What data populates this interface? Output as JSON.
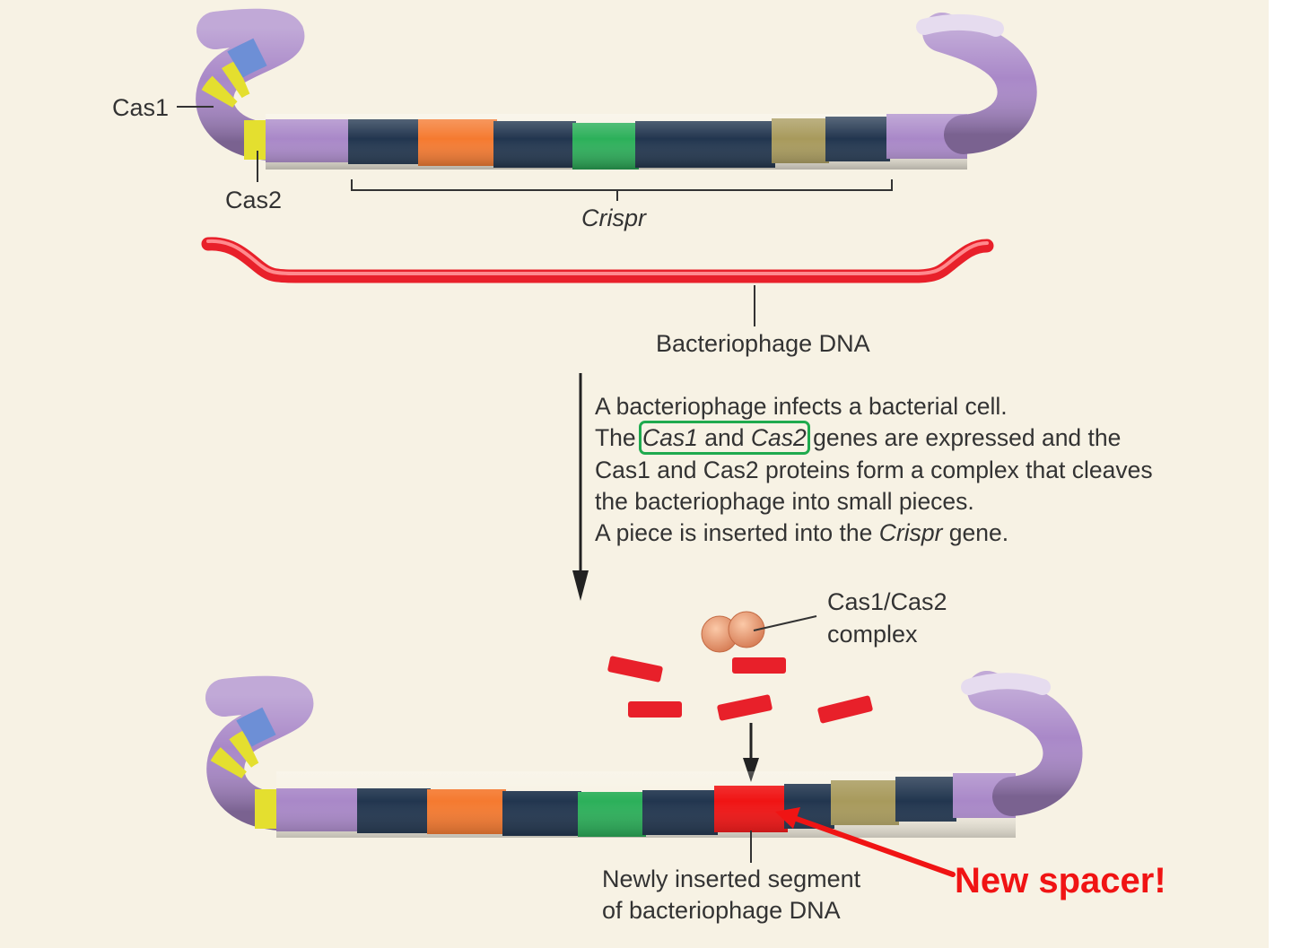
{
  "colors": {
    "background": "#f7f2e4",
    "cas_purple": "#a988c8",
    "cas_yellow": "#e4df2f",
    "dna_navy": "#22364f",
    "spacer_orange": "#f57a30",
    "spacer_green": "#2cb05a",
    "spacer_olive": "#a89a5c",
    "phage_red": "#e8202a",
    "new_spacer_red": "#f01414",
    "highlight_box": "#1faa4e"
  },
  "top_dna": {
    "cas1_label": "Cas1",
    "cas2_label": "Cas2",
    "crispr_label": "Crispr"
  },
  "phage": {
    "label": "Bacteriophage DNA"
  },
  "step": {
    "line1": "A bacteriophage infects a bacterial cell.",
    "line2_pre": "The ",
    "line2_cas1": "Cas1",
    "line2_and": " and ",
    "line2_cas2": "Cas2",
    "line2_post": " genes are expressed and the",
    "line3": "Cas1 and Cas2 proteins form a complex that cleaves",
    "line4": "the bacteriophage into small pieces.",
    "line5_pre": "A piece is inserted into the ",
    "line5_crispr": "Crispr",
    "line5_post": " gene."
  },
  "complex": {
    "label_line1": "Cas1/Cas2",
    "label_line2": "complex"
  },
  "bottom_dna": {
    "inserted_line1": "Newly inserted segment",
    "inserted_line2": "of bacteriophage DNA",
    "callout": "New spacer!"
  }
}
